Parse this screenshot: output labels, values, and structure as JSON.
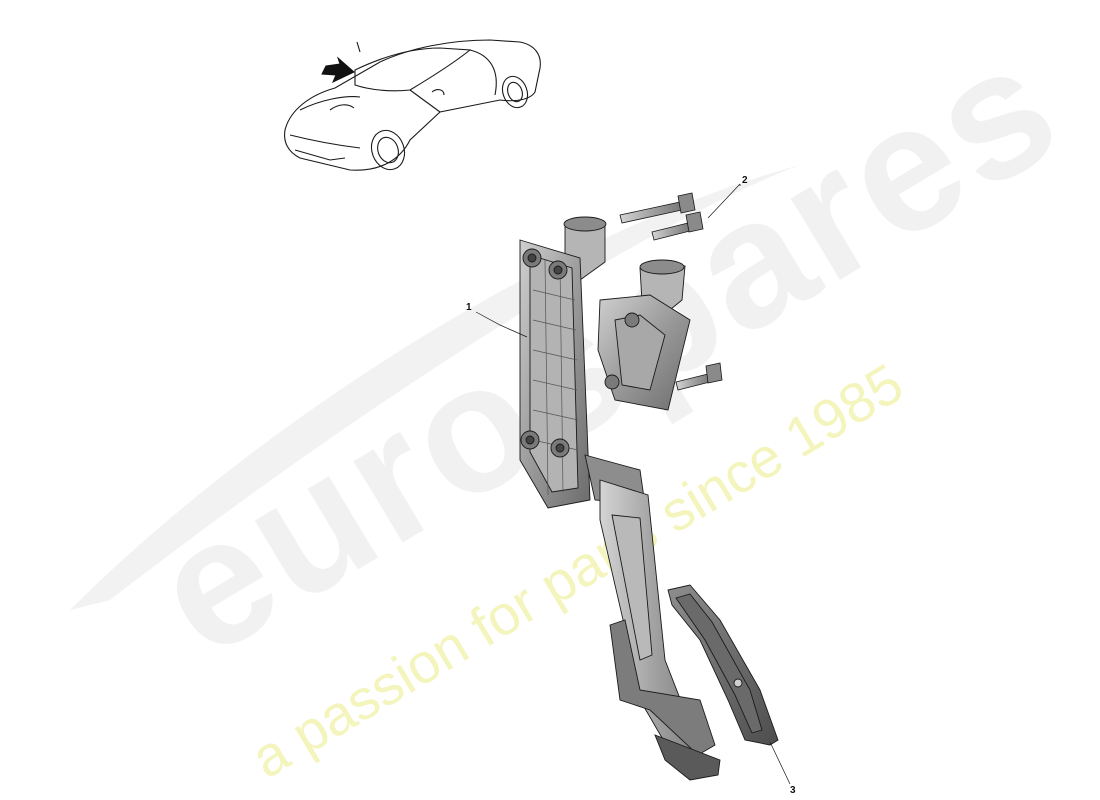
{
  "diagram": {
    "callouts": [
      {
        "id": "1",
        "label": "1"
      },
      {
        "id": "2",
        "label": "2"
      },
      {
        "id": "3",
        "label": "3"
      }
    ]
  },
  "watermark": {
    "word": "eurospares",
    "tagline": "a passion for parts since 1985",
    "word_color": "#e9e9e9",
    "tagline_color": "#f1f1a8"
  },
  "colors": {
    "line": "#1a1a1a",
    "part_fill": "#9a9a9a",
    "part_dark": "#6e6e6e",
    "part_light": "#c8c8c8"
  },
  "icons": {
    "locator_arrow": "arrow-icon",
    "car": "car-outline-icon"
  }
}
